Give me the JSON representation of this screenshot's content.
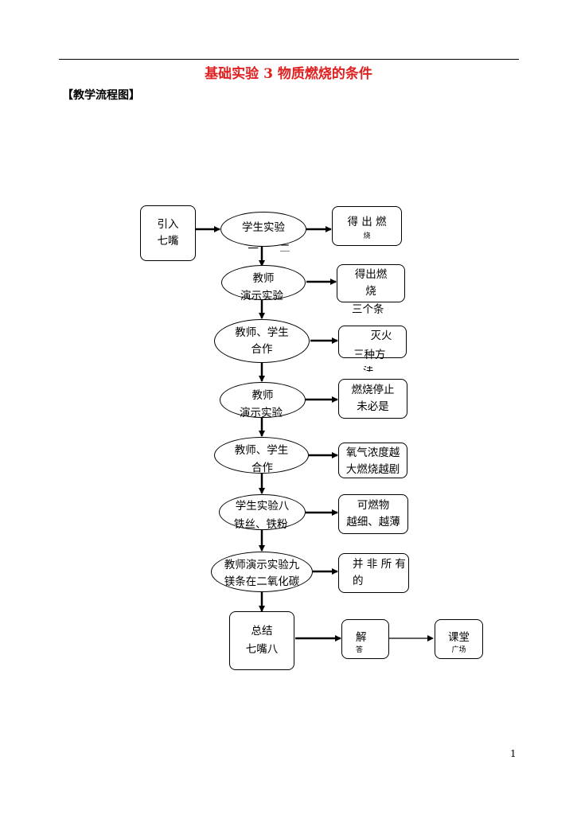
{
  "page": {
    "title": "基础实验 3 物质燃烧的条件",
    "section_heading": "【教学流程图】",
    "page_number": "1"
  },
  "flow": {
    "intro": {
      "line1": "引入",
      "line2": "七嘴"
    },
    "s1": {
      "line1": "学生实验",
      "line2": "一 二"
    },
    "r1": {
      "line1": "得 出 燃",
      "line2": "烧"
    },
    "s2": {
      "line1": "教师",
      "line2": "演示实验"
    },
    "r2": {
      "line1": "得出燃",
      "line2": "烧",
      "line3": "三个条"
    },
    "s3": {
      "line1": "教师、学生",
      "line2": "合作"
    },
    "r3": {
      "line1": "灭火",
      "line2": "三种方",
      "line3": "法"
    },
    "s4": {
      "line1": "教师",
      "line2": "演示实验"
    },
    "r4": {
      "line1": "燃烧停止",
      "line2": "未必是"
    },
    "s5": {
      "line1": "教师、学生",
      "line2": "合作"
    },
    "r5": {
      "line1": "氧气浓度越",
      "line2": "大燃烧越剧"
    },
    "s6": {
      "line1": "学生实验八",
      "line2": "铁丝、铁粉"
    },
    "r6": {
      "line1": "可燃物",
      "line2": "越细、越薄"
    },
    "s7": {
      "line1": "教师演示实验九",
      "line2": "镁条在二氧化碳"
    },
    "r7": {
      "line1": "并 非 所 有",
      "line2": "的"
    },
    "summary": {
      "line1": "总结",
      "line2": "七嘴八"
    },
    "r8": {
      "line1": "解",
      "line2": "答"
    },
    "classroom": {
      "line1": "课堂",
      "line2": "广场"
    }
  }
}
